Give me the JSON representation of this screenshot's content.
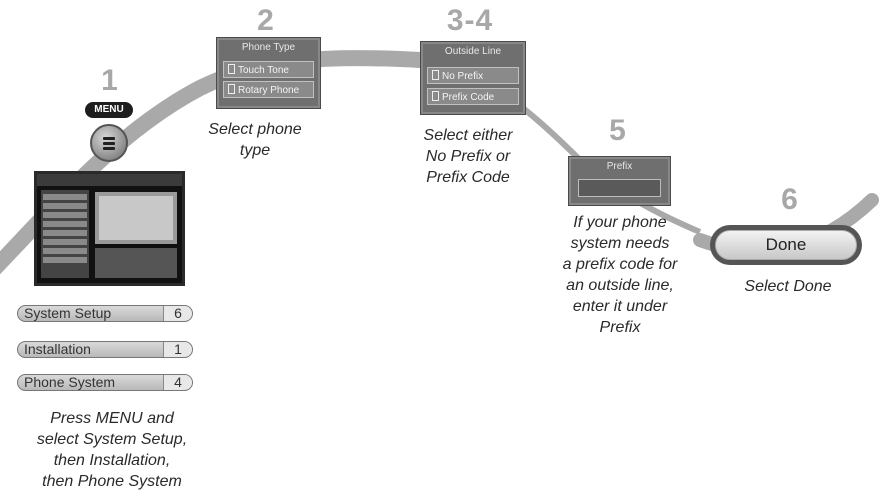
{
  "steps": [
    {
      "number": "1",
      "caption": [
        "Press MENU and",
        "select System Setup,",
        "then Installation,",
        "then Phone System"
      ]
    },
    {
      "number": "2",
      "caption": [
        "Select phone",
        "type"
      ]
    },
    {
      "number": "3-4",
      "caption": [
        "Select either",
        "No Prefix or",
        "Prefix Code"
      ]
    },
    {
      "number": "5",
      "caption": [
        "If your phone",
        "system needs",
        "a prefix code for",
        "an outside line,",
        "enter it under",
        "Prefix"
      ]
    },
    {
      "number": "6",
      "caption": [
        "Select Done"
      ]
    }
  ],
  "remote": {
    "menu_label": "MENU"
  },
  "menu_path": [
    {
      "label": "System Setup",
      "number": "6"
    },
    {
      "label": "Installation",
      "number": "1"
    },
    {
      "label": "Phone System",
      "number": "4"
    }
  ],
  "phone_type_panel": {
    "title": "Phone Type",
    "options": [
      "Touch Tone",
      "Rotary Phone"
    ]
  },
  "outside_line_panel": {
    "title": "Outside Line",
    "options": [
      "No Prefix",
      "Prefix Code"
    ]
  },
  "prefix_panel": {
    "title": "Prefix"
  },
  "done_button": {
    "label": "Done"
  },
  "colors": {
    "ribbon": "#a9a9a9",
    "step_number": "#a8a8a8",
    "panel": "#6f6f6f"
  }
}
